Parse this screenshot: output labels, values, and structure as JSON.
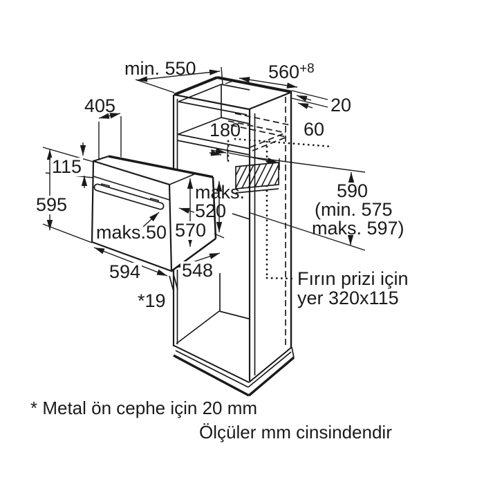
{
  "diagram": {
    "type": "built-in oven installation drawing",
    "colors": {
      "line": "#1a1a1a",
      "background": "#ffffff"
    },
    "dimensions_mm": {
      "cabinet_top_depth": "min. 550",
      "niche_width": "560",
      "niche_width_tolerance": "+8",
      "top_gap": "20",
      "oven_top_depth": "405",
      "upper_niche_height": "180",
      "outlet_offset": "60",
      "control_panel_height": "115",
      "oven_total_height": "595",
      "recess_depth_line1": "maks.",
      "recess_depth_line2": "520",
      "niche_height": "590",
      "niche_height_min": "(min. 575",
      "niche_height_max": "maks. 597)",
      "handle_protrusion": "maks.50",
      "oven_body_height": "570",
      "oven_width": "594",
      "oven_body_depth": "548",
      "front_overlap": "*19"
    },
    "annotations": {
      "socket_note_line1": "Fırın prizi için",
      "socket_note_line2": "yer 320x115",
      "footnote_metal_front": "* Metal ön cephe için 20 mm",
      "footnote_units": "Ölçüler mm cinsindendir"
    }
  }
}
